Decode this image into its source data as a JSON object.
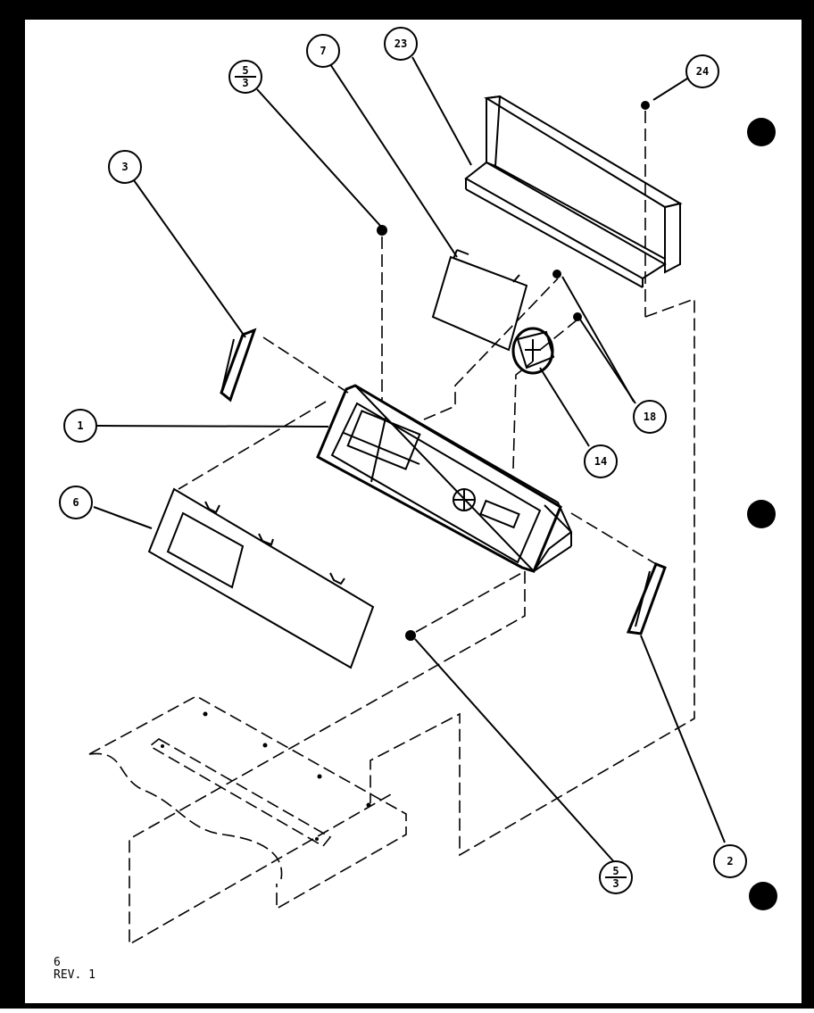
{
  "callouts": {
    "c1": "1",
    "c2": "2",
    "c3": "3",
    "c6": "6",
    "c7": "7",
    "c14": "14",
    "c18": "18",
    "c23": "23",
    "c24": "24",
    "c5a_top": "5",
    "c5a_bottom": "3",
    "c5b_top": "5",
    "c5b_bottom": "3"
  },
  "page": {
    "number": "6",
    "revision": "REV. 1"
  },
  "colors": {
    "ink": "#000000",
    "paper": "#ffffff",
    "border": "#000000"
  }
}
